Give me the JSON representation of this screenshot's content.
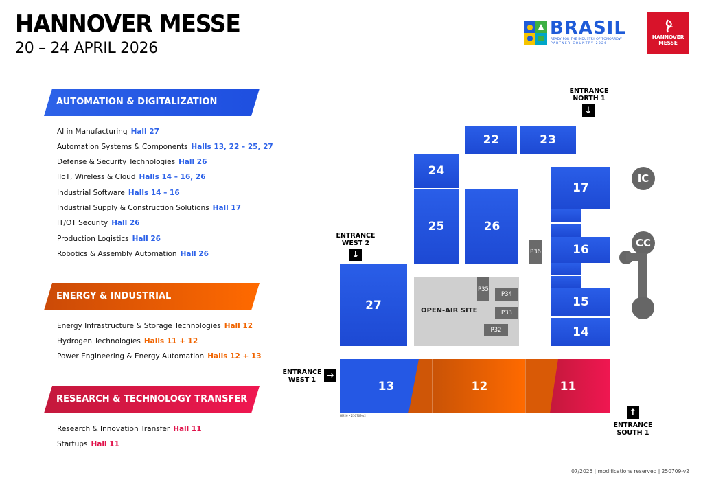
{
  "header": {
    "title": "HANNOVER MESSE",
    "dates": "20 – 24 APRIL 2026"
  },
  "partner_logo": {
    "word": "BRASIL",
    "tagline": "READY FOR THE INDUSTRY OF TOMORROW",
    "subline": "PARTNER COUNTRY 2026"
  },
  "hm_logo": {
    "line1": "HANNOVER",
    "line2": "MESSE"
  },
  "categories": [
    {
      "title": "AUTOMATION & DIGITALIZATION",
      "items": [
        {
          "name": "AI in Manufacturing",
          "hall": "Hall 27"
        },
        {
          "name": "Automation Systems & Components",
          "hall": "Halls 13, 22 – 25, 27"
        },
        {
          "name": "Defense & Security Technologies",
          "hall": "Hall 26"
        },
        {
          "name": "IIoT, Wireless & Cloud",
          "hall": "Halls 14 – 16, 26"
        },
        {
          "name": "Industrial Software",
          "hall": "Halls 14 – 16"
        },
        {
          "name": "Industrial Supply & Construction Solutions",
          "hall": "Hall 17"
        },
        {
          "name": "IT/OT Security",
          "hall": "Hall 26"
        },
        {
          "name": "Production Logistics",
          "hall": "Hall 26"
        },
        {
          "name": "Robotics & Assembly Automation",
          "hall": "Hall 26"
        }
      ]
    },
    {
      "title": "ENERGY & INDUSTRIAL INFRASTRUCTURE",
      "items": [
        {
          "name": "Energy Infrastructure & Storage Technologies",
          "hall": "Hall 12"
        },
        {
          "name": "Hydrogen Technologies",
          "hall": "Halls 11 + 12"
        },
        {
          "name": "Power Engineering & Energy Automation",
          "hall": "Halls 12 + 13"
        }
      ]
    },
    {
      "title": "RESEARCH & TECHNOLOGY TRANSFER",
      "items": [
        {
          "name": "Research & Innovation Transfer",
          "hall": "Hall 11"
        },
        {
          "name": "Startups",
          "hall": "Hall 11"
        }
      ]
    }
  ],
  "map": {
    "halls": {
      "h22": "22",
      "h23": "23",
      "h24": "24",
      "h25": "25",
      "h26": "26",
      "h27": "27",
      "h17": "17",
      "h16": "16",
      "h15": "15",
      "h14": "14",
      "h13": "13",
      "h12": "12",
      "h11": "11"
    },
    "open_air": "OPEN-AIR SITE",
    "parking": {
      "p32": "P32",
      "p33": "P33",
      "p34": "P34",
      "p35": "P35",
      "p36": "P36"
    },
    "ic": "IC",
    "cc": "CC",
    "entrances": {
      "north1": {
        "line1": "ENTRANCE",
        "line2": "NORTH 1"
      },
      "west2": {
        "line1": "ENTRANCE",
        "line2": "WEST 2"
      },
      "west1": {
        "line1": "ENTRANCE",
        "line2": "WEST 1"
      },
      "south1": {
        "line1": "ENTRANCE",
        "line2": "SOUTH 1"
      }
    },
    "code": "HM26 • 250709-v2"
  },
  "footer": "07/2025 | modifications reserved | 250709-v2",
  "colors": {
    "blue": "#2d62e8",
    "orange": "#f06400",
    "red": "#e0124a",
    "gray": "#6a6a6a"
  }
}
